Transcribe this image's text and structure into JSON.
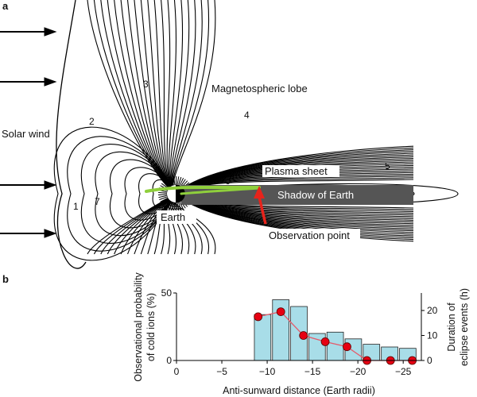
{
  "panel_a": {
    "letter": "a",
    "labels": {
      "solar_wind": "Solar wind",
      "magnetospheric_lobe": "Magnetospheric lobe",
      "plasma_sheet": "Plasma sheet",
      "shadow_of_earth": "Shadow of Earth",
      "earth": "Earth",
      "observation_point": "Observation point"
    },
    "field_line_numbers": [
      "1",
      "2",
      "3",
      "4",
      "5",
      "6",
      "7"
    ],
    "colors": {
      "field_lines": "#000000",
      "shadow": "#555555",
      "green_path": "#8fcf3c",
      "arrow": "#e8231b"
    }
  },
  "panel_b": {
    "letter": "b",
    "chart_data": {
      "type": "bar",
      "x_axis": {
        "label": "Anti-sunward distance (Earth radii)",
        "ticks": [
          "0",
          "−5",
          "−10",
          "−15",
          "−20",
          "−25"
        ],
        "range": [
          0,
          -27
        ]
      },
      "y_left": {
        "label_line1": "Observational probability",
        "label_line2": "of cold ions (%)",
        "ticks": [
          "0",
          "50"
        ],
        "range": [
          0,
          50
        ]
      },
      "y_right": {
        "label_line1": "Duration of",
        "label_line2": "eclipse events (h)",
        "ticks": [
          "0",
          "10",
          "20"
        ],
        "range": [
          0,
          27
        ]
      },
      "bars": {
        "bin_edges": [
          -8.5,
          -10.5,
          -12.5,
          -14.5,
          -16.5,
          -18.5,
          -20.5,
          -22.5,
          -24.5,
          -26.5
        ],
        "values": [
          34,
          45,
          40,
          20,
          21,
          16,
          12,
          10,
          9
        ]
      },
      "eclipse_points": {
        "x": [
          -9,
          -11.5,
          -14,
          -16.4,
          -18.8,
          -21,
          -23.6,
          -26
        ],
        "y": [
          17.5,
          19.5,
          10,
          7.5,
          5.5,
          0,
          0,
          0
        ]
      },
      "colors": {
        "bars": "#a8dde8",
        "bar_edge": "#222222",
        "points": "#e60012",
        "line": "#e55a6a"
      }
    }
  }
}
